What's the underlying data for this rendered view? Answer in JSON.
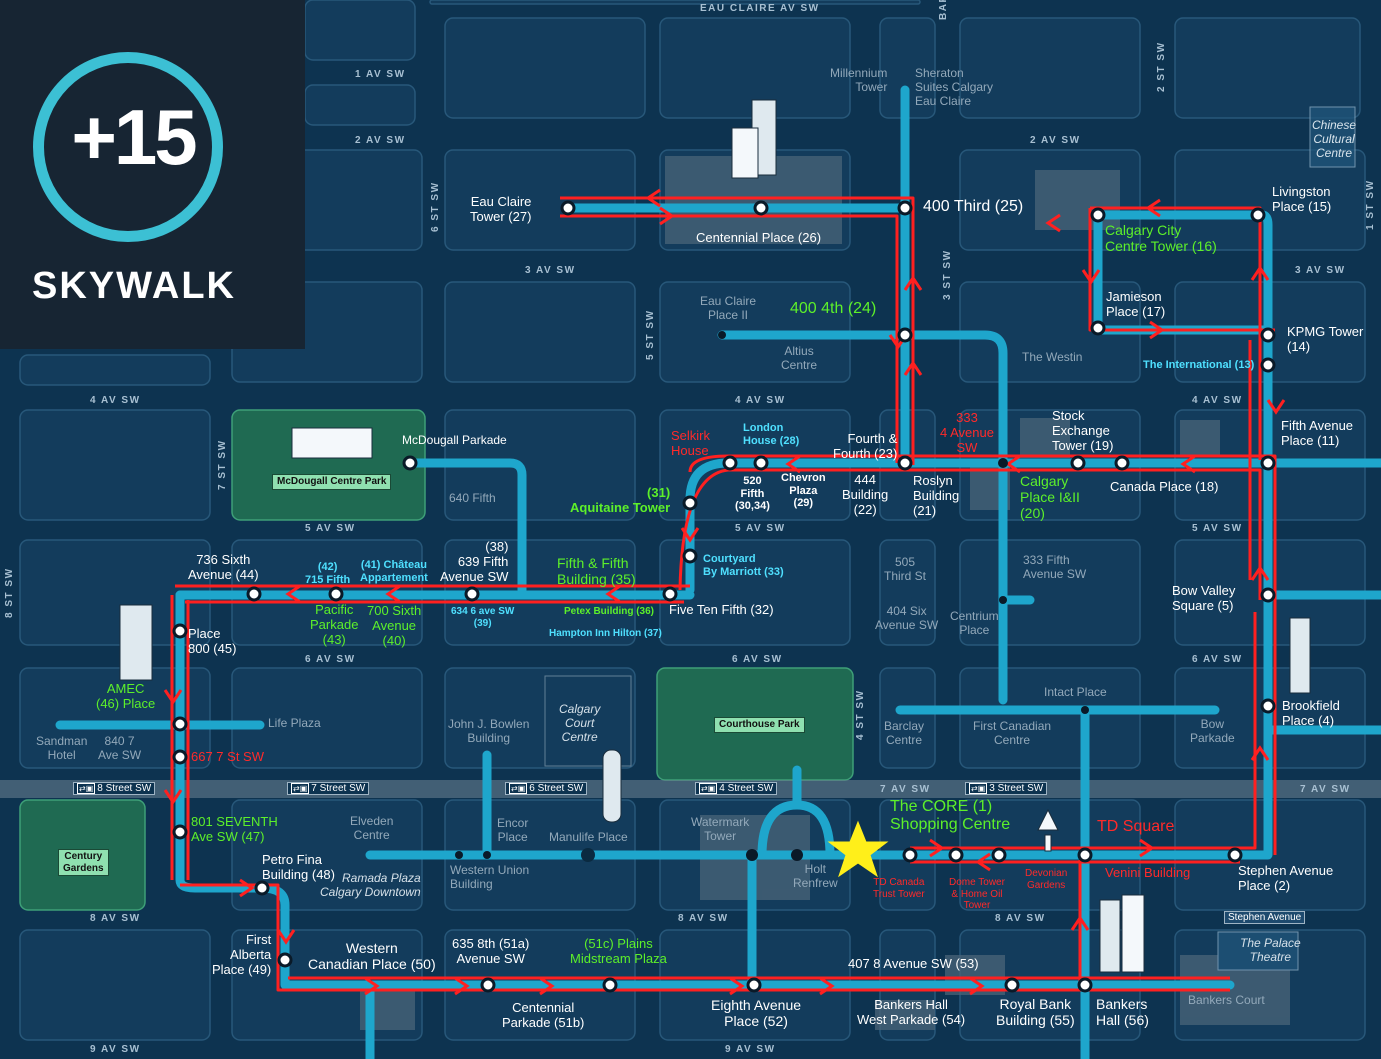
{
  "logo": {
    "number": "+15",
    "word": "SKYWALK"
  },
  "colors": {
    "background": "#0d3350",
    "block": "#133c5c",
    "walkway": "#1ea6cc",
    "route": "#ff2020",
    "label_green": "#5df02a",
    "label_red": "#ff2a2a"
  },
  "streets": {
    "eau_claire": "EAU CLAIRE AV SW",
    "av1": "1 AV SW",
    "av2_w": "2 AV SW",
    "av2_e": "2 AV SW",
    "av3_w": "3 AV SW",
    "av3_e": "3 AV SW",
    "av4_w": "4 AV SW",
    "av4_c": "4 AV SW",
    "av4_e": "4 AV SW",
    "av5_w": "5 AV SW",
    "av5_c": "5 AV SW",
    "av5_e": "5 AV SW",
    "av6_w": "6 AV SW",
    "av6_c": "6 AV SW",
    "av6_e": "6 AV SW",
    "av7_c": "7 AV SW",
    "av7_e": "7 AV SW",
    "av8_w": "8 AV SW",
    "av8_c": "8 AV SW",
    "av8_e": "8 AV SW",
    "av9_w": "9 AV SW",
    "av9_c": "9 AV SW",
    "barclay": "BARCLA",
    "st1": "1 ST SW",
    "st2": "2 ST SW",
    "st3": "3 ST SW",
    "st4": "4 ST SW",
    "st5": "5 ST SW",
    "st6": "6 ST SW",
    "st7": "7 ST SW",
    "st8": "8 ST SW"
  },
  "lrt": {
    "s8": "8 Street SW",
    "s7": "7 Street SW",
    "s6": "6 Street SW",
    "s4": "4 Street SW",
    "s3": "3 Street SW",
    "stephen": "Stephen Avenue"
  },
  "parks": {
    "mcdougall": "McDougall Centre Park",
    "courthouse": "Courthouse Park",
    "century_1": "Century",
    "century_2": "Gardens"
  },
  "labels": {
    "eau_claire_tower_1": "Eau Claire",
    "eau_claire_tower_2": "Tower (27)",
    "centennial_place": "Centennial Place (26)",
    "third400": "400 Third (25)",
    "millennium_1": "Millennium",
    "millennium_2": "Tower",
    "sheraton_1": "Sheraton",
    "sheraton_2": "Suites Calgary",
    "sheraton_3": "Eau Claire",
    "eau_claire_place_1": "Eau Claire",
    "eau_claire_place_2": "Place II",
    "fourth400": "400 4th (24)",
    "altius_1": "Altius",
    "altius_2": "Centre",
    "westin": "The Westin",
    "chinese_1": "Chinese",
    "chinese_2": "Cultural",
    "chinese_3": "Centre",
    "livingston_1": "Livingston",
    "livingston_2": "Place (15)",
    "calgary_city_1": "Calgary City",
    "calgary_city_2": "Centre Tower (16)",
    "jamieson_1": "Jamieson",
    "jamieson_2": "Place (17)",
    "kpmg_1": "KPMG Tower",
    "kpmg_2": "(14)",
    "international": "The International (13)",
    "fifth_avenue_place_1": "Fifth Avenue",
    "fifth_avenue_place_2": "Place (11)",
    "canada_place": "Canada Place (18)",
    "stock_1": "Stock",
    "stock_2": "Exchange",
    "stock_3": "Tower (19)",
    "ave333_1": "333",
    "ave333_2": "4 Avenue",
    "ave333_3": "SW",
    "calgary_place_1": "Calgary",
    "calgary_place_2": "Place I&II",
    "calgary_place_3": "(20)",
    "roslyn_1": "Roslyn",
    "roslyn_2": "Building",
    "roslyn_3": "(21)",
    "b444_1": "444",
    "b444_2": "Building",
    "b444_3": "(22)",
    "fourth_fourth_1": "Fourth &",
    "fourth_fourth_2": "Fourth (23)",
    "london_1": "London",
    "london_2": "House (28)",
    "chevron_1": "Chevron",
    "chevron_2": "Plaza",
    "chevron_3": "(29)",
    "b520_1": "520",
    "b520_2": "Fifth",
    "b520_3": "(30,34)",
    "selkirk_1": "Selkirk",
    "selkirk_2": "House",
    "aquitaine_1": "(31)",
    "aquitaine_2": "Aquitaine Tower",
    "mcdougall_parkade": "McDougall Parkade",
    "fifth640": "640 Fifth",
    "courtyard_1": "Courtyard",
    "courtyard_2": "By Marriott (33)",
    "fifth_fifth_1": "Fifth & Fifth",
    "fifth_fifth_2": "Building (35)",
    "petex": "Petex Building (36)",
    "hampton": "Hampton Inn Hilton (37)",
    "five_ten": "Five Ten Fifth (32)",
    "b639_1": "(38)",
    "b639_2": "639 Fifth",
    "b639_3": "Avenue SW",
    "b634_1": "634 6 ave SW",
    "b634_2": "(39)",
    "sixth700_1": "700 Sixth",
    "sixth700_2": "Avenue",
    "sixth700_3": "(40)",
    "chateau_1": "(41) Château",
    "chateau_2": "Appartement",
    "fifth715_1": "(42)",
    "fifth715_2": "715 Fifth",
    "pacific_1": "Pacific",
    "pacific_2": "Parkade",
    "pacific_3": "(43)",
    "sixth736_1": "736 Sixth",
    "sixth736_2": "Avenue (44)",
    "place800_1": "Place",
    "place800_2": "800 (45)",
    "amec_1": "AMEC",
    "amec_2": "(46) Place",
    "life_plaza": "Life Plaza",
    "sandman_1": "Sandman",
    "sandman_2": "Hotel",
    "ave840_1": "840 7",
    "ave840_2": "Ave SW",
    "st667": "667 7 St SW",
    "seventh801_1": "801 SEVENTH",
    "seventh801_2": "Ave SW (47)",
    "elveden_1": "Elveden",
    "elveden_2": "Centre",
    "petro_1": "Petro Fina",
    "petro_2": "Building (48)",
    "ramada_1": "Ramada Plaza",
    "ramada_2": "Calgary Downtown",
    "first_alberta_1": "First",
    "first_alberta_2": "Alberta",
    "first_alberta_3": "Place (49)",
    "western_canadian_1": "Western",
    "western_canadian_2": "Canadian Place (50)",
    "eighth635_1": "635 8th (51a)",
    "eighth635_2": "Avenue SW",
    "centennial_parkade_1": "Centennial",
    "centennial_parkade_2": "Parkade (51b)",
    "plains_1": "(51c) Plains",
    "plains_2": "Midstream Plaza",
    "eighth_avenue_place_1": "Eighth Avenue",
    "eighth_avenue_place_2": "Place (52)",
    "ave407": "407 8 Avenue SW (53)",
    "bankers_west_1": "Bankers Hall",
    "bankers_west_2": "West Parkade (54)",
    "royal_bank_1": "Royal Bank",
    "royal_bank_2": "Building (55)",
    "bankers_hall_1": "Bankers",
    "bankers_hall_2": "Hall (56)",
    "bankers_court": "Bankers Court",
    "palace_1": "The Palace",
    "palace_2": "Theatre",
    "john_bowlen_1": "John J. Bowlen",
    "john_bowlen_2": "Building",
    "calgary_court_1": "Calgary",
    "calgary_court_2": "Court",
    "calgary_court_3": "Centre",
    "encor_1": "Encor",
    "encor_2": "Place",
    "manulife": "Manulife Place",
    "western_union_1": "Western Union",
    "western_union_2": "Building",
    "watermark_1": "Watermark",
    "watermark_2": "Tower",
    "holt_1": "Holt",
    "holt_2": "Renfrew",
    "core_1": "The CORE (1)",
    "core_2": "Shopping Centre",
    "td_canada_1": "TD Canada",
    "td_canada_2": "Trust Tower",
    "dome_1": "Dome Tower",
    "dome_2": "& Home Oil",
    "dome_3": "Tower",
    "devonian_1": "Devonian",
    "devonian_2": "Gardens",
    "td_square": "TD Square",
    "venini": "Venini Building",
    "stephen_place_1": "Stephen Avenue",
    "stephen_place_2": "Place (2)",
    "brookfield_1": "Brookfield",
    "brookfield_2": "Place (4)",
    "bow_valley_1": "Bow Valley",
    "bow_valley_2": "Square (5)",
    "bow_parkade_1": "Bow",
    "bow_parkade_2": "Parkade",
    "intact": "Intact Place",
    "first_canadian_1": "First Canadian",
    "first_canadian_2": "Centre",
    "barclay_centre_1": "Barclay",
    "barclay_centre_2": "Centre",
    "third505_1": "505",
    "third505_2": "Third St",
    "six404_1": "404 Six",
    "six404_2": "Avenue SW",
    "centrium_1": "Centrium",
    "centrium_2": "Place",
    "fifth333_1": "333 Fifth",
    "fifth333_2": "Avenue SW"
  }
}
